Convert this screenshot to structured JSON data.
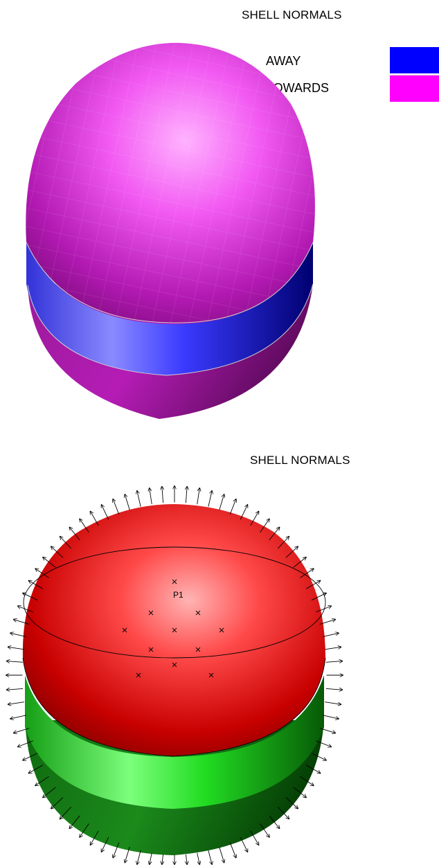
{
  "top_view": {
    "title": "SHELL NORMALS",
    "legend": [
      {
        "label": "AWAY",
        "color": "#0000ff"
      },
      {
        "label": "TOWARDS",
        "color": "#ff00ff"
      }
    ]
  },
  "bottom_view": {
    "title": "SHELL NORMALS",
    "point_label": "P1",
    "colors": {
      "upper": "#ff0000",
      "lower": "#00ee00"
    }
  }
}
